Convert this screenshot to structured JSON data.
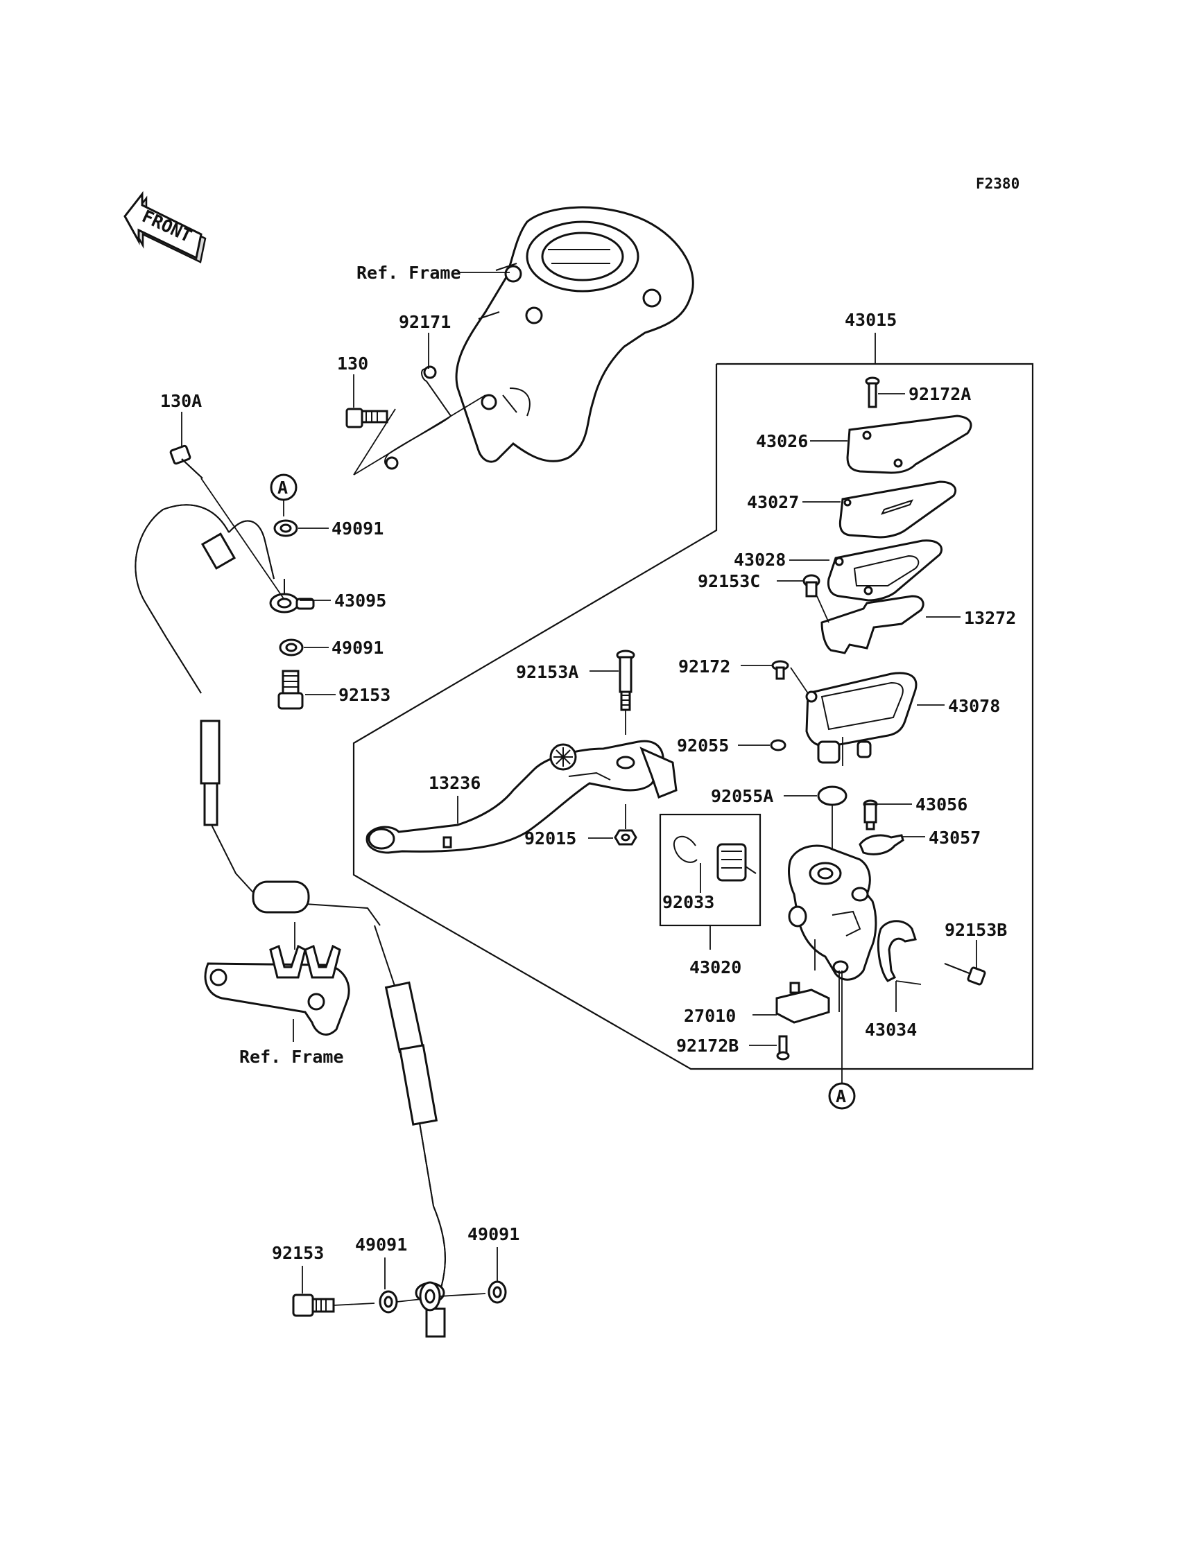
{
  "diagram_code": "F2380",
  "front_label": "FRONT",
  "ref_frame_top": "Ref. Frame",
  "ref_frame_bottom": "Ref. Frame",
  "callout_a": "A",
  "parts": {
    "p92171": "92171",
    "p130": "130",
    "p130A": "130A",
    "p49091_upper": "49091",
    "p43095": "43095",
    "p49091_mid": "49091",
    "p92153_upper": "92153",
    "p43015": "43015",
    "p92172A": "92172A",
    "p43026": "43026",
    "p43027": "43027",
    "p43028": "43028",
    "p92153C": "92153C",
    "p13272": "13272",
    "p92172": "92172",
    "p43078": "43078",
    "p92153A": "92153A",
    "p92055": "92055",
    "p92055A": "92055A",
    "p43056": "43056",
    "p43057": "43057",
    "p13236": "13236",
    "p92015": "92015",
    "p92033": "92033",
    "p43020": "43020",
    "p92153B": "92153B",
    "p43034": "43034",
    "p27010": "27010",
    "p92172B": "92172B",
    "p92153_lower": "92153",
    "p49091_lower_left": "49091",
    "p49091_lower_right": "49091"
  }
}
